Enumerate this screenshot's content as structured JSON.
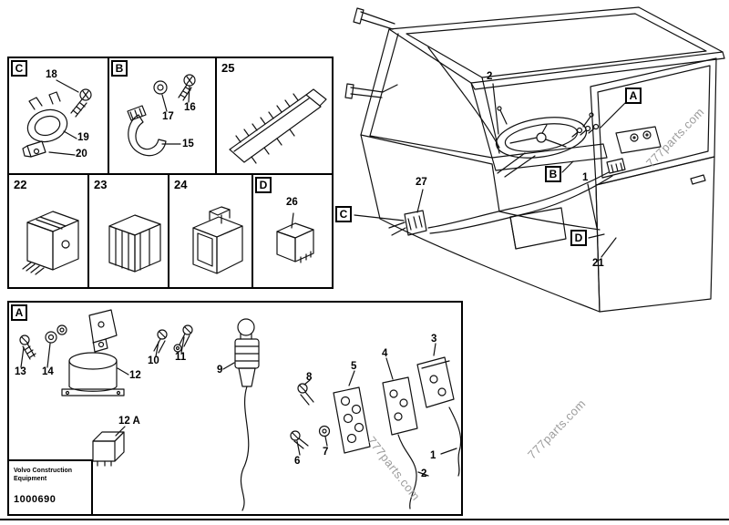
{
  "watermark": "777parts.com",
  "logo": {
    "brand_line1": "Volvo Construction",
    "brand_line2": "Equipment",
    "number": "1000690"
  },
  "sections": {
    "a": "A",
    "b": "B",
    "c": "C",
    "d": "D"
  },
  "callouts": {
    "n1": "1",
    "n2": "2",
    "n3": "3",
    "n4": "4",
    "n5": "5",
    "n6": "6",
    "n7": "7",
    "n8": "8",
    "n9": "9",
    "n10": "10",
    "n11": "11",
    "n12": "12",
    "n12a": "12 A",
    "n13": "13",
    "n14": "14",
    "n15": "15",
    "n16": "16",
    "n17": "17",
    "n18": "18",
    "n19": "19",
    "n20": "20",
    "n21": "21",
    "n22": "22",
    "n23": "23",
    "n24": "24",
    "n25": "25",
    "n26": "26",
    "n27": "27"
  }
}
